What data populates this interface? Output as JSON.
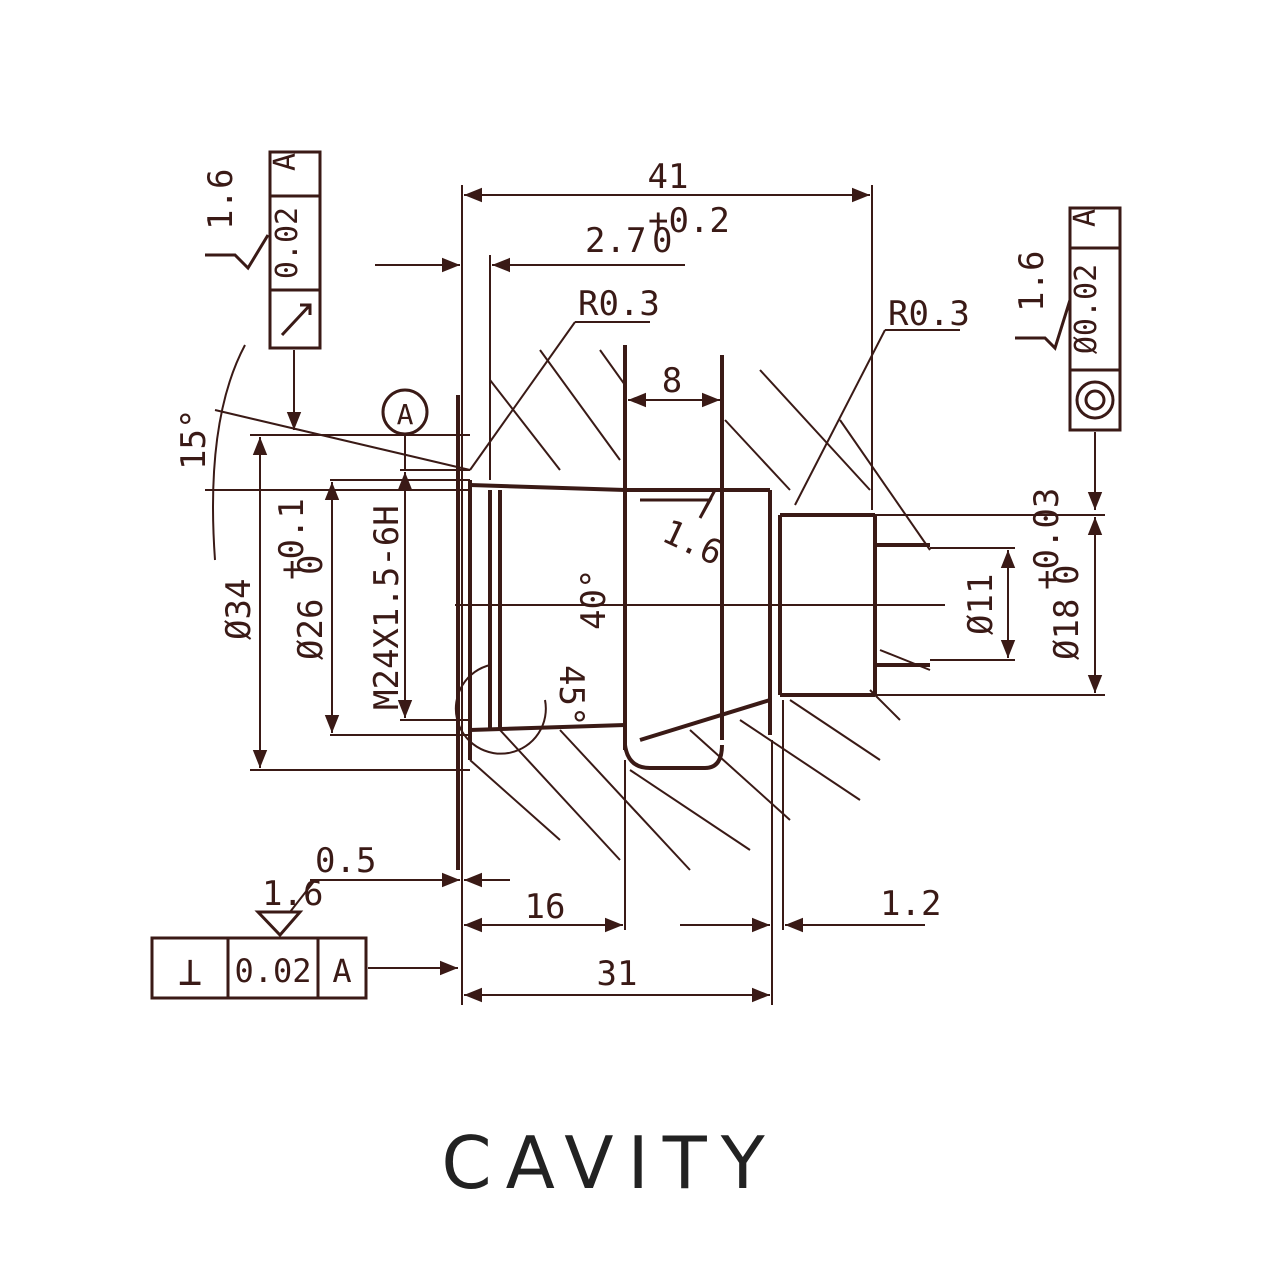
{
  "title": "CAVITY",
  "ink_color": "#3a1a16",
  "dimensions": {
    "overall_length": "41",
    "groove_depth": "2.7",
    "groove_depth_tol_upper": "+0.2",
    "groove_depth_tol_lower": "0",
    "radius_left": "R0.3",
    "radius_right": "R0.3",
    "groove_width": "8",
    "angle_top": "15°",
    "dia_outer": "Ø34",
    "dia_bore": "Ø26",
    "dia_bore_tol_upper": "+0.1",
    "dia_bore_tol_lower": "0",
    "thread": "M24X1.5-6H",
    "cone_angle": "40°",
    "chamfer_angle": "45°",
    "dia_small": "Ø11",
    "dia_seat": "Ø18",
    "dia_seat_tol_upper": "+0.03",
    "dia_seat_tol_lower": "0",
    "face_offset": "0.5",
    "depth_16": "16",
    "depth_31": "31",
    "width_12": "1.2",
    "roughness": "1.6"
  },
  "gdt": {
    "runout": {
      "symbol": "runout-arrow",
      "tolerance": "0.02",
      "datum": "A"
    },
    "concentricity": {
      "symbol": "concentric-circles",
      "tolerance": "Ø0.02",
      "datum": "A"
    },
    "perpendicularity": {
      "symbol": "⊥",
      "tolerance": "0.02",
      "datum": "A"
    },
    "datum_bubble": "A"
  }
}
